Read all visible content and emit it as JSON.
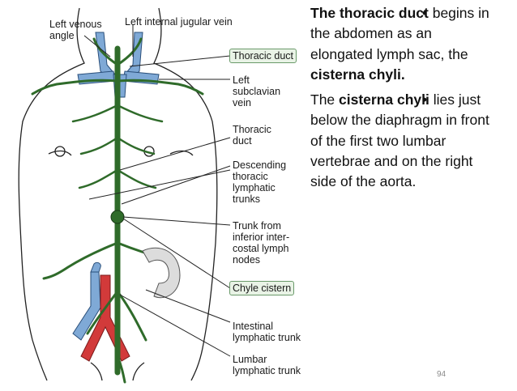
{
  "figure": {
    "labels": {
      "left_venous_angle": "Left venous\nangle",
      "left_internal_jugular_vein": "Left internal jugular vein",
      "thoracic_duct_box": "Thoracic duct",
      "left_subclavian_vein": "Left\nsubclavian\nvein",
      "thoracic_duct": "Thoracic\nduct",
      "descending_thoracic_lymphatic_trunks": "Descending\nthoracic\nlymphatic\ntrunks",
      "trunk_from_inferior_intercostal_lymph_nodes": "Trunk from\ninferior inter-\ncostal lymph\nnodes",
      "chyle_cistern_box": "Chyle cistern",
      "intestinal_lymphatic_trunk": "Intestinal\nlymphatic trunk",
      "lumbar_lymphatic_trunk": "Lumbar\nlymphatic trunk"
    },
    "colors": {
      "lymph": "#2f6b2a",
      "vein": "#7fa9d6",
      "artery": "#d23a3a",
      "line": "#222222"
    }
  },
  "bullets": [
    {
      "dot": "•",
      "parts": [
        {
          "text": "The thoracic duct",
          "bold": true
        },
        {
          "text": " begins in the abdomen as an elongated lymph sac, the ",
          "bold": false
        },
        {
          "text": "cisterna chyli.",
          "bold": true
        }
      ]
    },
    {
      "dot": "•",
      "parts": [
        {
          "text": "The ",
          "bold": false
        },
        {
          "text": "cisterna chyli",
          "bold": true
        },
        {
          "text": " lies just below the diaphragm in front of the first two lumbar vertebrae and on the right side of the aorta.",
          "bold": false
        }
      ]
    }
  ],
  "page_number": "94"
}
